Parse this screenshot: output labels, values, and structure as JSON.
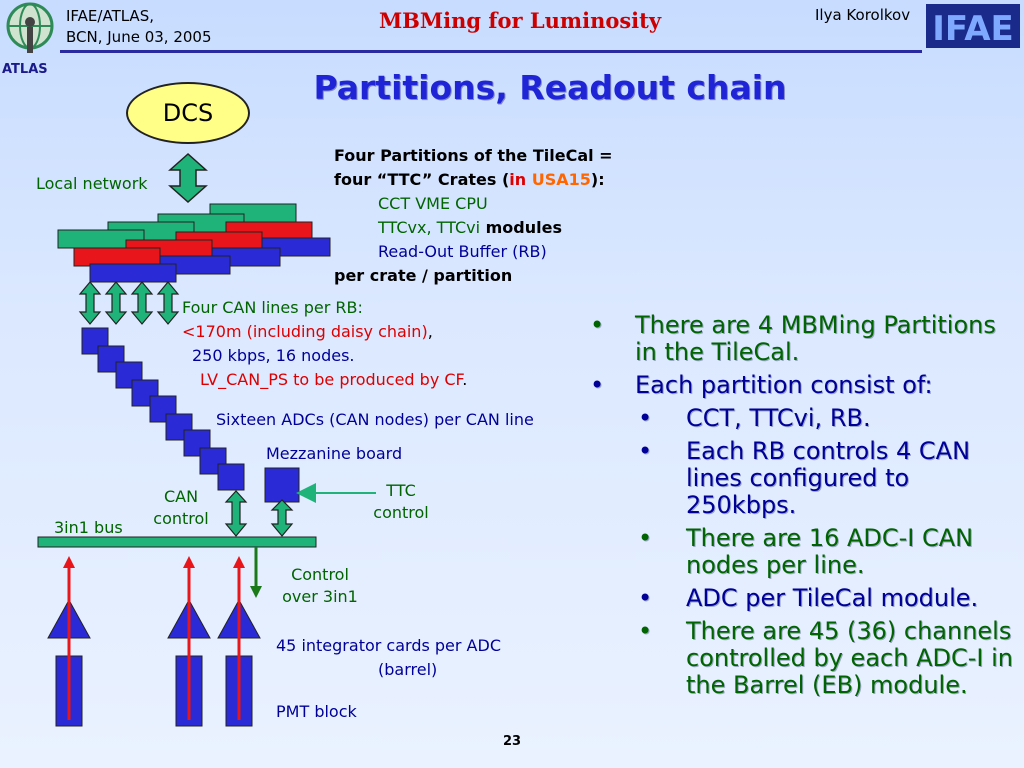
{
  "header": {
    "org_line1": "IFAE/ATLAS,",
    "org_line2": "BCN, June 03, 2005",
    "center_title": "MBMing for Luminosity",
    "author": "Ilya Korolkov",
    "atlas_logo_text": "ATLAS",
    "ifae_logo_text": "IFAE"
  },
  "slide": {
    "title": "Partitions, Readout chain",
    "page_number": "23"
  },
  "diagram": {
    "dcs": "DCS",
    "local_network": "Local network",
    "partitions_line1": "Four Partitions of the TileCal =",
    "partitions_line2_a": "four “TTC” Crates (",
    "partitions_line2_in": "in",
    "partitions_line2_usa": "USA15",
    "partitions_line2_b": "):",
    "cct": "CCT VME CPU",
    "ttc_a": "TTCvx, TTCvi",
    "ttc_b": " modules",
    "rob": "Read-Out Buffer (RB)",
    "per_crate": "per crate / partition",
    "can_lines": "Four CAN lines per RB:",
    "length_a": "<170m",
    "length_b": "  (including daisy chain)",
    "length_c": ",",
    "kbps": "250 kbps, 16 nodes.",
    "lvcan_a": "LV_CAN_PS to be produced by CF",
    "lvcan_b": ".",
    "sixteen": "Sixteen ADCs (CAN nodes) per CAN line",
    "mezzanine": "Mezzanine board",
    "can_control_1": "CAN",
    "can_control_2": "control",
    "ttc_control_1": "TTC",
    "ttc_control_2": "control",
    "bus": "3in1 bus",
    "control_over_1": "Control",
    "control_over_2": "over 3in1",
    "integrator_1": "45 integrator cards per ADC",
    "integrator_2": "(barrel)",
    "pmt": "PMT block"
  },
  "bullets": [
    {
      "text": "There are 4 MBMing Partitions in the TileCal.",
      "color": "#006400",
      "level": 1
    },
    {
      "text": "Each partition consist of:",
      "color": "#000099",
      "level": 1
    },
    {
      "text": "CCT, TTCvi, RB.",
      "color": "#000099",
      "level": 2
    },
    {
      "text": "Each RB controls 4 CAN lines configured to 250kbps.",
      "color": "#000099",
      "level": 2
    },
    {
      "text": "There are 16 ADC-I CAN nodes per line.",
      "color": "#006400",
      "level": 2
    },
    {
      "text": "ADC per TileCal module.",
      "color": "#000099",
      "level": 2
    },
    {
      "text": "There are 45 (36) channels controlled by each ADC-I in the Barrel (EB) module.",
      "color": "#006400",
      "level": 2
    }
  ],
  "colors": {
    "title": "#1f25d6",
    "module_teal": "#1fb37a",
    "module_red": "#e8161b",
    "module_blue": "#2a2ad6",
    "arrow_green": "#1fb37a",
    "arrow_red": "#e8161b"
  }
}
